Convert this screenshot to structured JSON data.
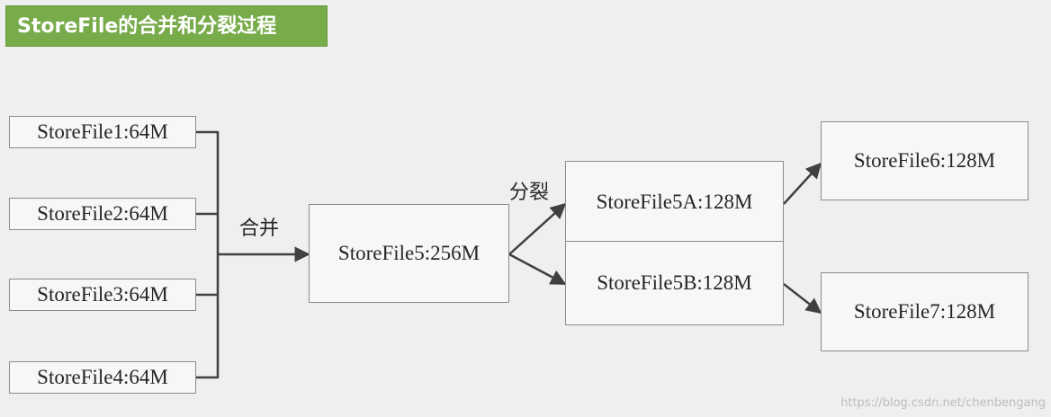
{
  "title": "StoreFile的合并和分裂过程",
  "sources": [
    {
      "label": "StoreFile1:64M"
    },
    {
      "label": "StoreFile2:64M"
    },
    {
      "label": "StoreFile3:64M"
    },
    {
      "label": "StoreFile4:64M"
    }
  ],
  "merge_label": "合并",
  "merged": {
    "label": "StoreFile5:256M"
  },
  "split_label": "分裂",
  "split_a": {
    "label": "StoreFile5A:128M"
  },
  "split_b": {
    "label": "StoreFile5B:128M"
  },
  "result_a": {
    "label": "StoreFile6:128M"
  },
  "result_b": {
    "label": "StoreFile7:128M"
  },
  "watermark": "https://blog.csdn.net/chenbengang",
  "colors": {
    "title_bg": "#78ab4a",
    "line": "#404040"
  }
}
